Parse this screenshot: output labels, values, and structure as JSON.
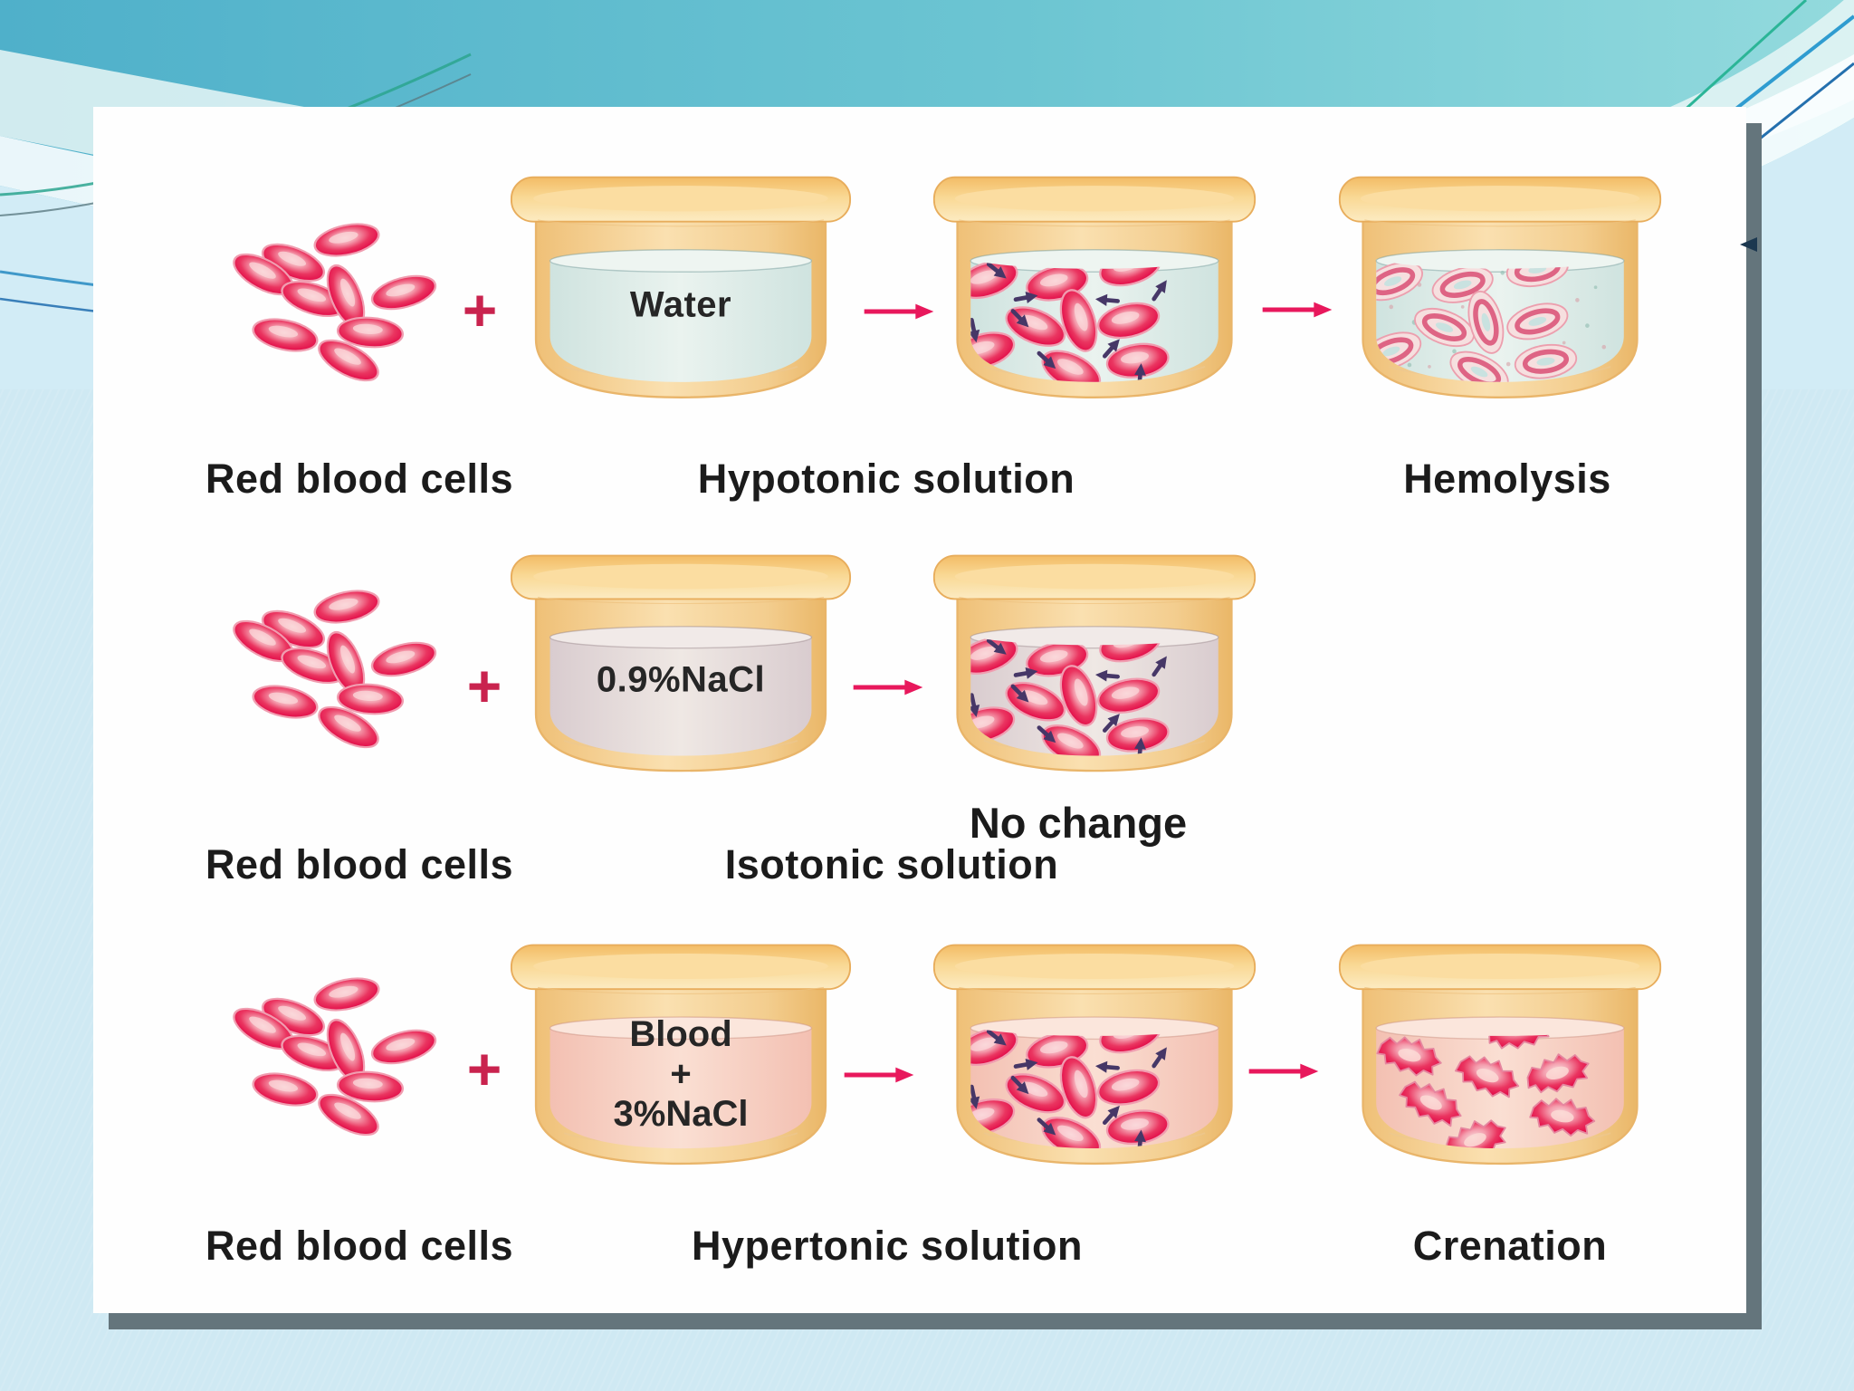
{
  "slide": {
    "background_top_color": "#58b7cf",
    "background_bottom_color": "#cfe9f3",
    "panel_color": "#fefefe",
    "panel_shadow_color": "#64757c",
    "cell_color": "#e3104b",
    "flow_arrow_color": "#e8185c",
    "osmosis_arrow_color": "#463767",
    "beaker_gold_color": "#f3c983"
  },
  "diagram": {
    "plus_sign": "+",
    "rows": [
      {
        "cells_label": "Red blood cells",
        "vessel_text": "Water",
        "solution_label": "Hypotonic solution",
        "result_label": "Hemolysis"
      },
      {
        "cells_label": "Red blood cells",
        "vessel_text": "0.9%NaCl",
        "solution_label": "Isotonic solution",
        "result_label": "No change"
      },
      {
        "cells_label": "Red blood cells",
        "vessel_line1": "Blood",
        "vessel_line2": "+",
        "vessel_line3": "3%NaCl",
        "solution_label": "Hypertonic solution",
        "result_label": "Crenation"
      }
    ]
  }
}
